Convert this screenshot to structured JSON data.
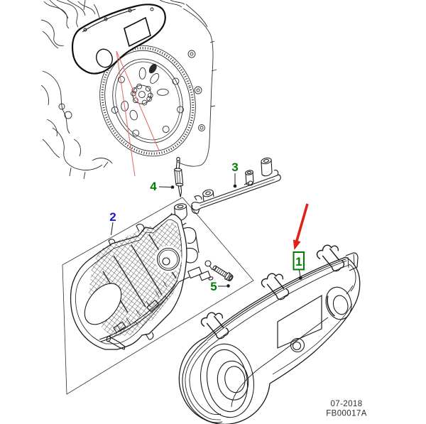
{
  "callouts": {
    "c1": {
      "label": "1",
      "color": "#007d00"
    },
    "c2": {
      "label": "2",
      "color": "#1a1acc"
    },
    "c3": {
      "label": "3",
      "color": "#007d00"
    },
    "c4": {
      "label": "4",
      "color": "#007d00"
    },
    "c5": {
      "label": "5",
      "color": "#007d00"
    }
  },
  "colors": {
    "arrow": "#e32019",
    "pointer_lines": "#e4736c",
    "line": "#1c1c1c",
    "callout_box": "#007d00"
  },
  "footer": {
    "date": "07-2018",
    "figure_code": "FB00017A"
  }
}
